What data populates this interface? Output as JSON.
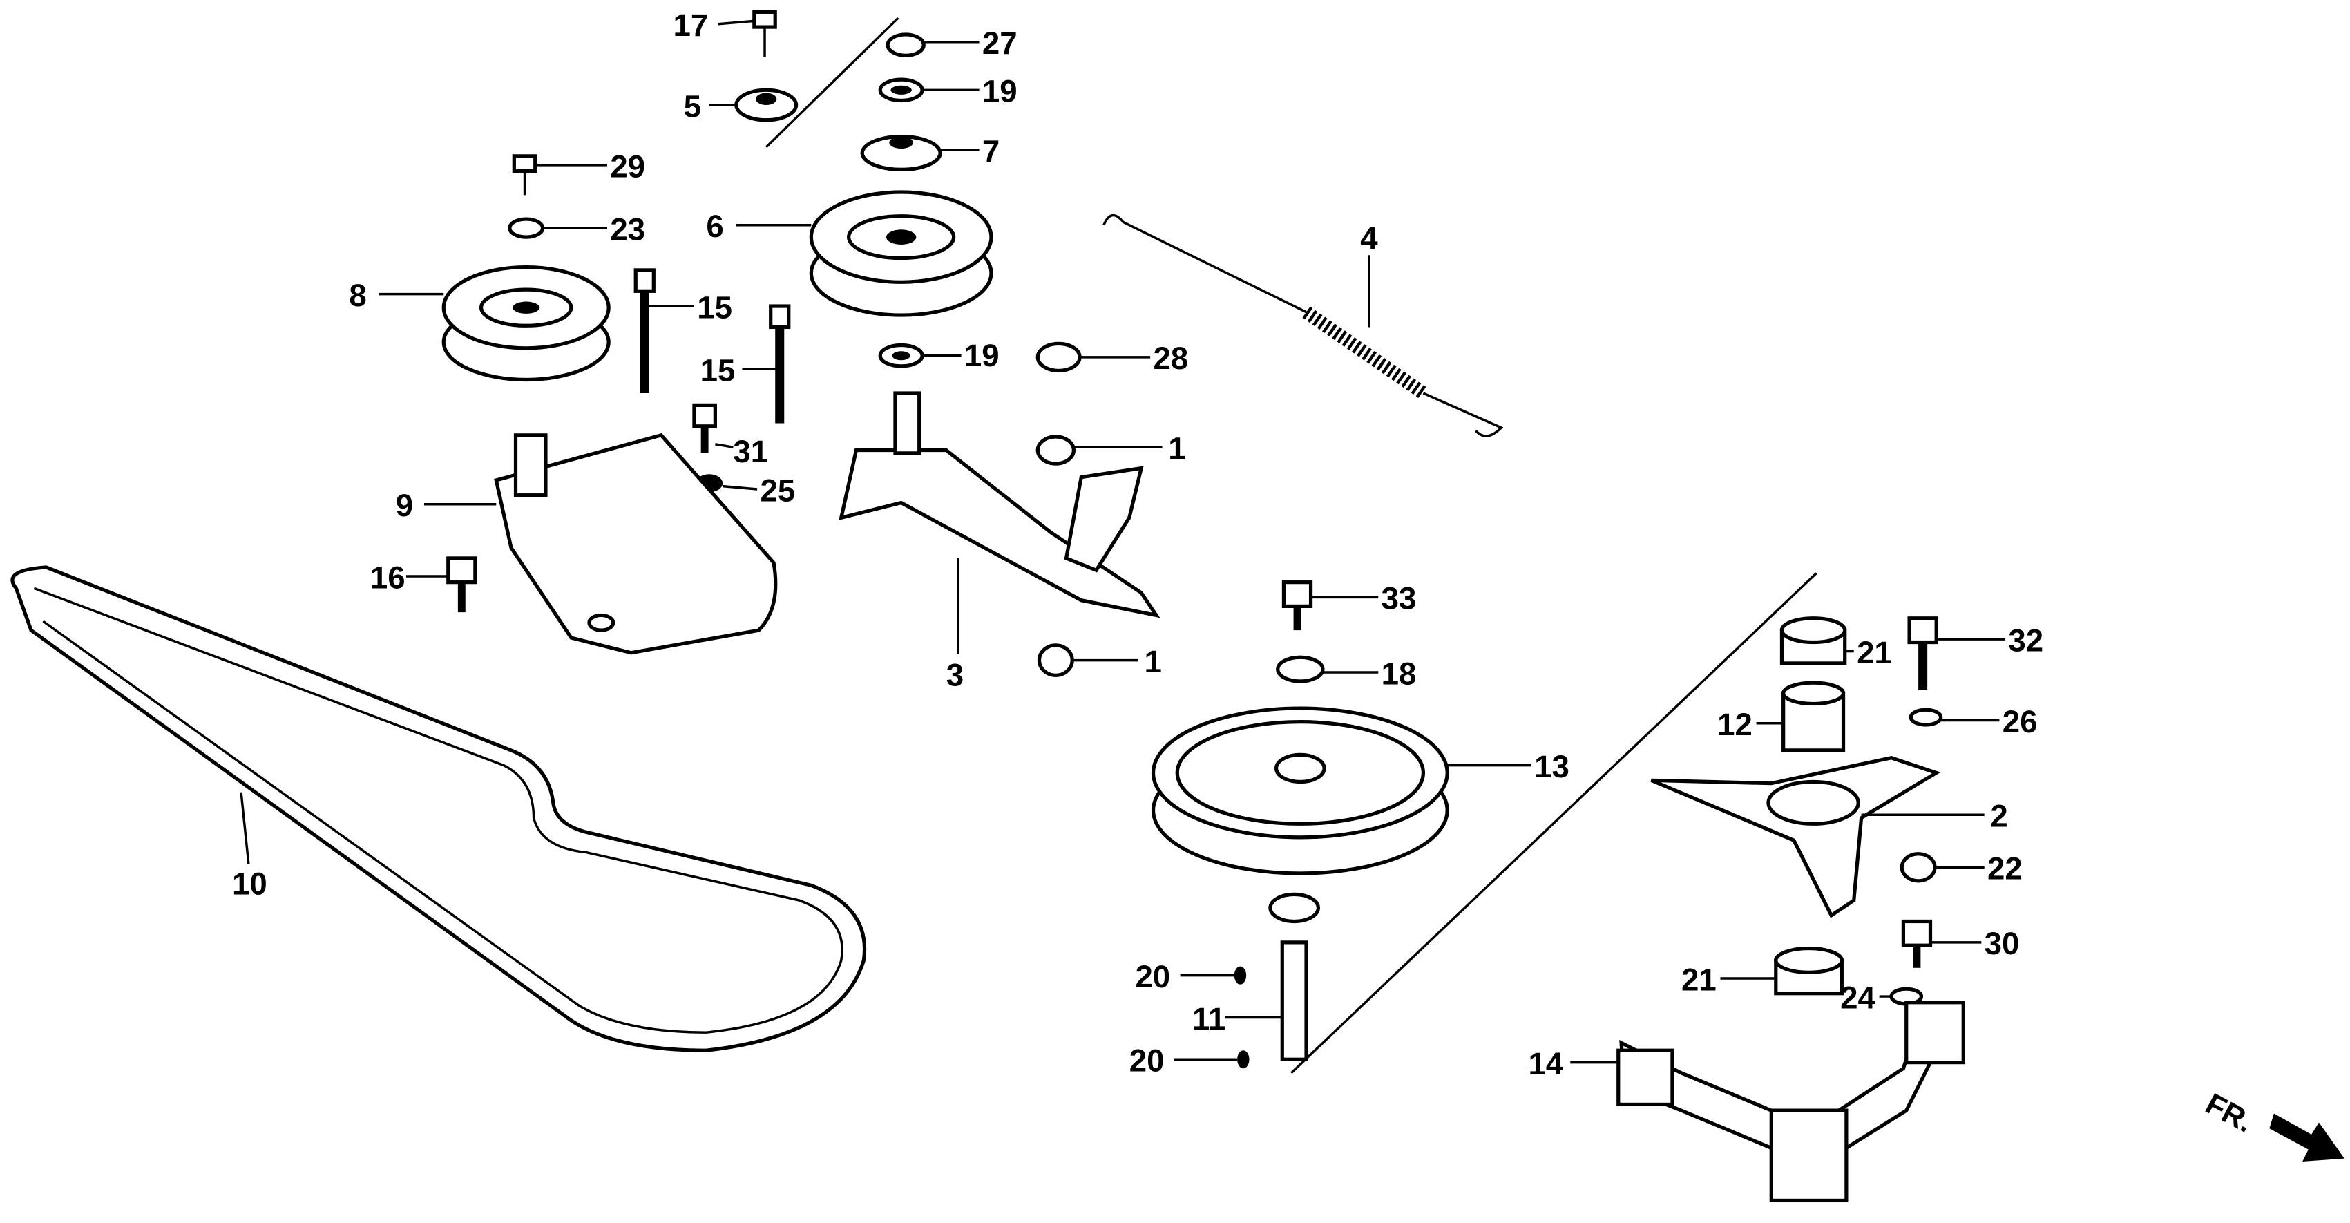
{
  "diagram": {
    "title": "Mower belt / pulley assembly exploded view",
    "front_indicator": "FR.",
    "callouts": [
      "17",
      "27",
      "5",
      "19",
      "7",
      "29",
      "23",
      "6",
      "4",
      "8",
      "15",
      "15",
      "19",
      "28",
      "31",
      "1",
      "25",
      "9",
      "16",
      "33",
      "3",
      "1",
      "21",
      "32",
      "18",
      "12",
      "26",
      "13",
      "2",
      "10",
      "22",
      "30",
      "20",
      "21",
      "24",
      "11",
      "20",
      "14"
    ]
  }
}
